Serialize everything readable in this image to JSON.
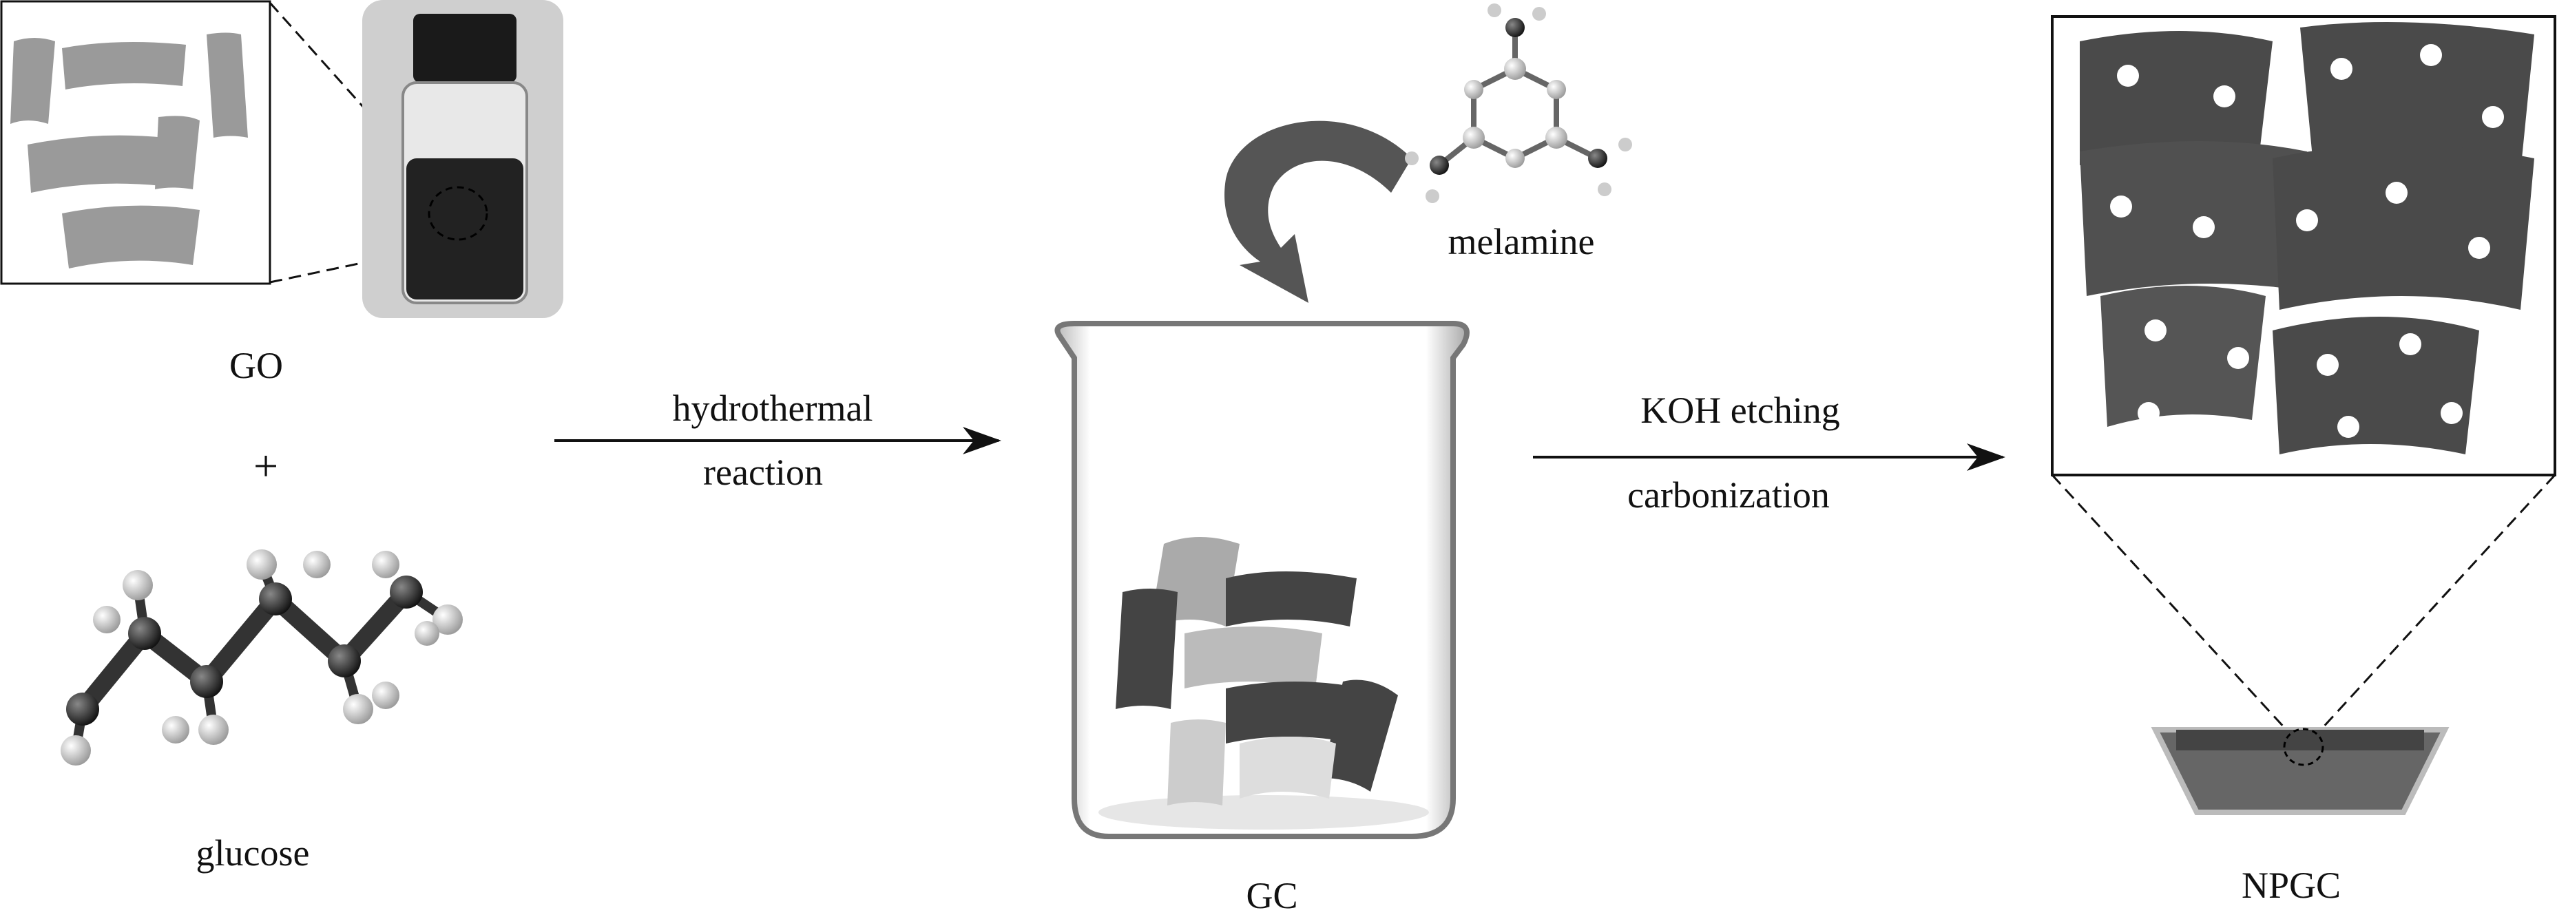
{
  "labels": {
    "go": "GO",
    "plus": "+",
    "glucose": "glucose",
    "step1_line1": "hydrothermal",
    "step1_line2": "reaction",
    "melamine": "melamine",
    "gc": "GC",
    "step2_line1": "KOH etching",
    "step2_line2": "carbonization",
    "npgc": "NPGC"
  },
  "colors": {
    "sheet_light": "#9a9a9a",
    "sheet_dark": "#4a4a4a",
    "arrow": "#111111"
  }
}
